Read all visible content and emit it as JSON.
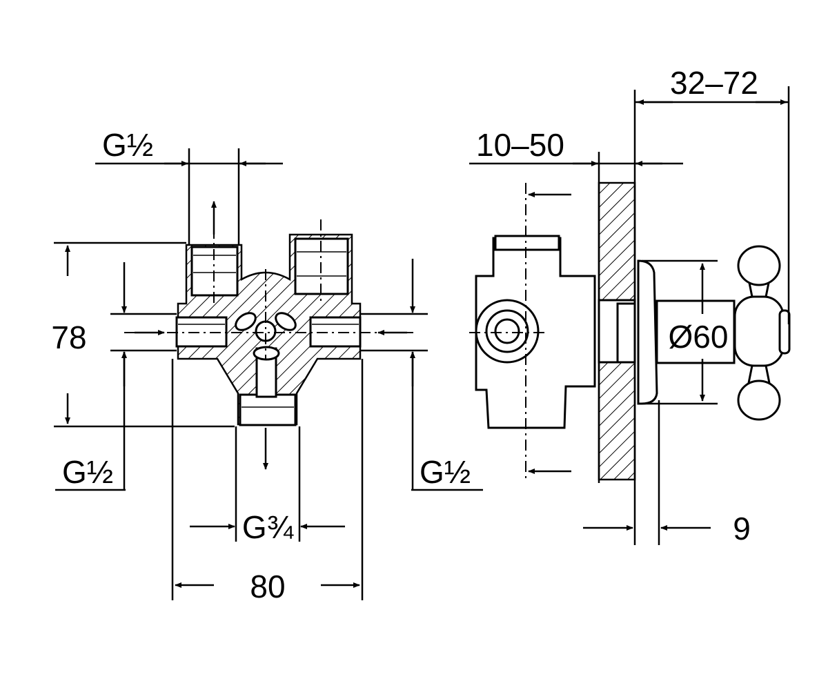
{
  "labels": {
    "top_left_thread": "G½",
    "bottom_left_thread": "G½",
    "bottom_right_thread": "G½",
    "outlet_thread": "G¾",
    "height": "78",
    "width": "80",
    "depth_range": "10–50",
    "projection_range": "32–72",
    "rosette_diameter": "Ø60",
    "rosette_thickness": "9"
  },
  "colors": {
    "line": "#000000",
    "background": "#ffffff"
  }
}
